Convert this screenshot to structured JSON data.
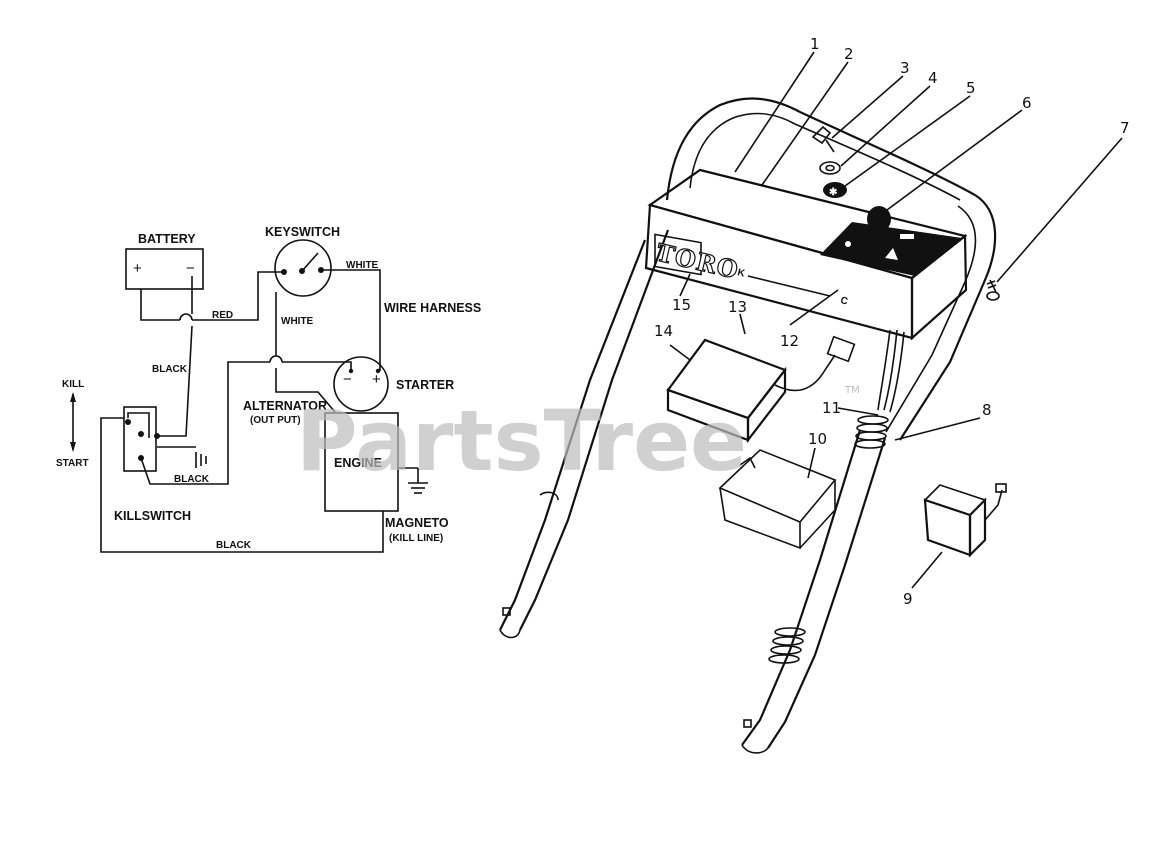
{
  "schematic": {
    "battery": "BATTERY",
    "battery_plus": "+",
    "battery_minus": "−",
    "keyswitch": "KEYSWITCH",
    "wire_white_top": "WHITE",
    "wire_white_mid": "WHITE",
    "wire_harness": "WIRE HARNESS",
    "wire_red": "RED",
    "wire_black_left": "BLACK",
    "starter": "STARTER",
    "starter_minus": "−",
    "starter_plus": "+",
    "kill": "KILL",
    "start": "START",
    "alternator": "ALTERNATOR",
    "alternator_sub": "(OUT PUT)",
    "engine": "ENGINE",
    "wire_black_mid": "BLACK",
    "killswitch": "KILLSWITCH",
    "magneto": "MAGNETO",
    "magneto_sub": "(KILL LINE)",
    "wire_black_bottom": "BLACK"
  },
  "assembly": {
    "panel_brand": "TORO",
    "panel_mark_k": "K",
    "panel_mark_c": "C",
    "callouts": [
      "1",
      "2",
      "3",
      "4",
      "5",
      "6",
      "7",
      "8",
      "9",
      "10",
      "11",
      "12",
      "13",
      "14",
      "15"
    ]
  },
  "watermark": {
    "text": "PartsTree",
    "tm": "TM"
  }
}
